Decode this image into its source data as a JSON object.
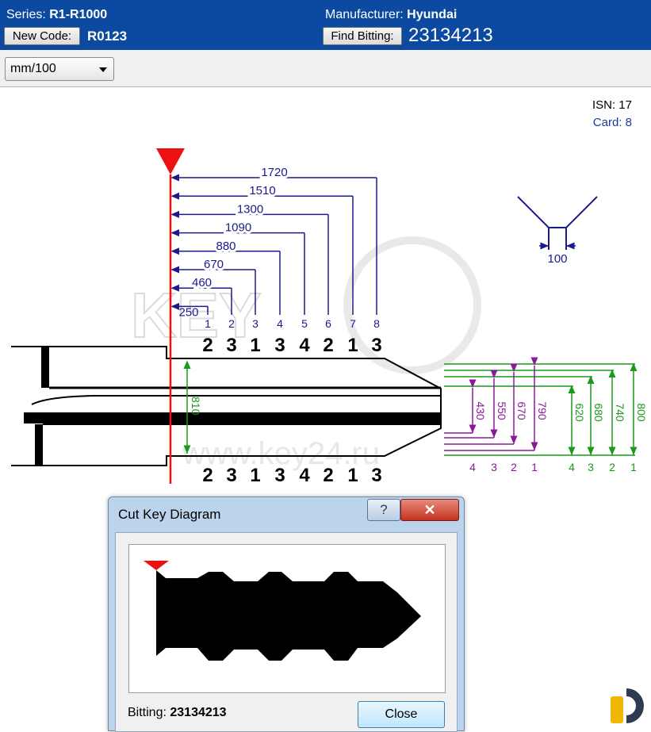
{
  "header": {
    "series_label": "Series:",
    "series_value": "R1-R1000",
    "manufacturer_label": "Manufacturer:",
    "manufacturer_value": "Hyundai",
    "new_code_button": "New Code:",
    "code_value": "R0123",
    "find_bitting_button": "Find Bitting:",
    "bitting_value": "23134213"
  },
  "toolbar": {
    "unit_select": "mm/100"
  },
  "info": {
    "isn": "ISN: 17",
    "card": "Card: 8"
  },
  "diagram": {
    "spacings": [
      "1720",
      "1510",
      "1300",
      "1090",
      "880",
      "670",
      "460",
      "250"
    ],
    "cut_positions": [
      "1",
      "2",
      "3",
      "4",
      "5",
      "6",
      "7",
      "8"
    ],
    "top_cuts": [
      "2",
      "3",
      "1",
      "3",
      "4",
      "2",
      "1",
      "3"
    ],
    "bottom_cuts": [
      "2",
      "3",
      "1",
      "3",
      "4",
      "2",
      "1",
      "3"
    ],
    "blade_width": "810",
    "cutter_angle_width": "100",
    "purple_depths": [
      "430",
      "550",
      "670",
      "790"
    ],
    "purple_labels": [
      "4",
      "3",
      "2",
      "1"
    ],
    "green_depths": [
      "620",
      "680",
      "740",
      "800"
    ],
    "green_labels": [
      "4",
      "3",
      "2",
      "1"
    ],
    "watermark": "www.key24.ru",
    "colors": {
      "spacing": "#1a1a8c",
      "green": "#1a9a1a",
      "purple": "#8a1a9a",
      "stop": "#ee1111"
    }
  },
  "dialog": {
    "title": "Cut Key Diagram",
    "help_icon": "?",
    "close_icon": "✕",
    "bitting_label": "Bitting:",
    "bitting_value": "23134213",
    "close_button": "Close"
  }
}
